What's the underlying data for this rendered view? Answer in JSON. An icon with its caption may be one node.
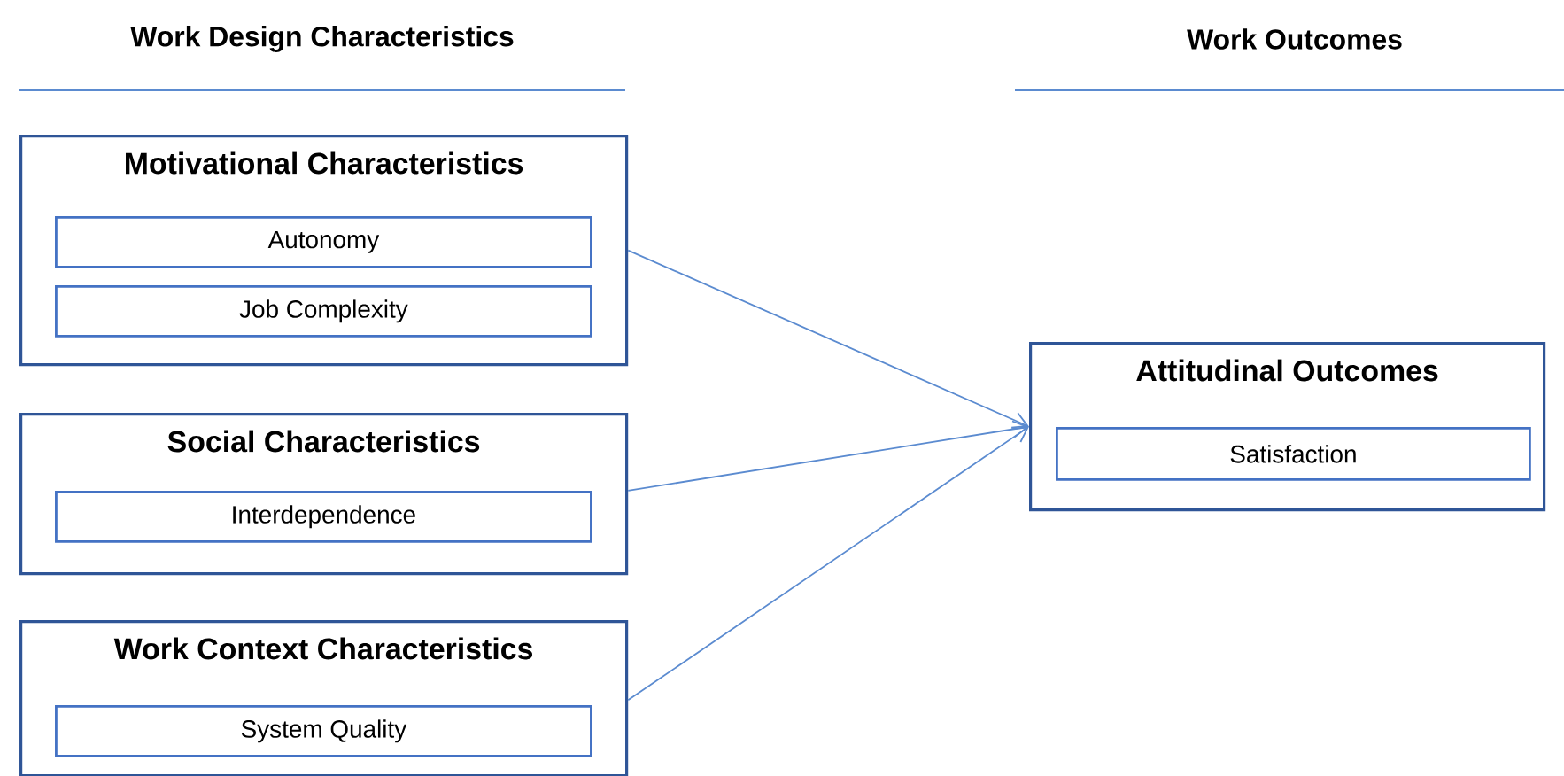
{
  "diagram": {
    "nodes": [
      {
        "text": [
          "Motivational Characteristics"
        ]
      },
      {
        "text": [
          "Autonomy"
        ],
        "in": 0
      },
      {
        "text": [
          "Job Complexity"
        ],
        "in": 0
      },
      {
        "text": [
          "Social Characteristics"
        ]
      },
      {
        "text": [
          "Interdependence"
        ],
        "in": 3
      },
      {
        "text": [
          "Work Context Characteristics"
        ]
      },
      {
        "text": [
          "System Quality"
        ],
        "in": 5
      },
      {
        "text": [
          "Attitudinal Outcomes"
        ]
      },
      {
        "text": [
          "Satisfaction"
        ],
        "in": 7
      }
    ],
    "edges": [
      {
        "from": 0,
        "to": 7,
        "arrow": "to"
      },
      {
        "from": 3,
        "to": 7,
        "arrow": "to"
      },
      {
        "from": 5,
        "to": 7,
        "arrow": "to"
      }
    ],
    "labels": [
      "Work Design Characteristics",
      "Work Outcomes"
    ]
  }
}
